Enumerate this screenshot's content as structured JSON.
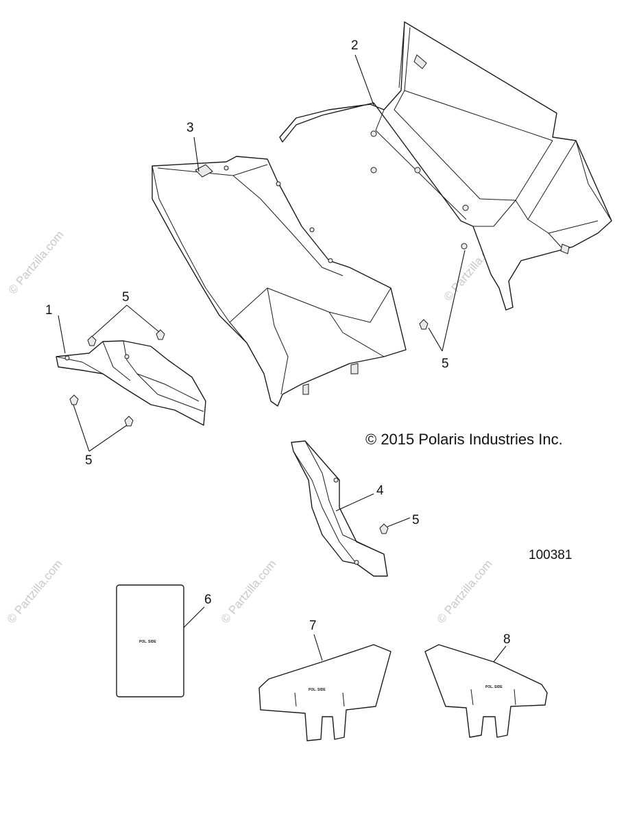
{
  "callouts": {
    "c1": "1",
    "c2": "2",
    "c3": "3",
    "c4": "4",
    "c5a": "5",
    "c5b": "5",
    "c5c": "5",
    "c5d": "5",
    "c6": "6",
    "c7": "7",
    "c8": "8"
  },
  "copyright": "© 2015 Polaris Industries Inc.",
  "figure_number": "100381",
  "watermark": "© Partzilla.com",
  "decal_text": "POL. SIDE",
  "colors": {
    "line": "#1a1a1a",
    "watermark": "#c7c7c7",
    "background": "#ffffff"
  }
}
